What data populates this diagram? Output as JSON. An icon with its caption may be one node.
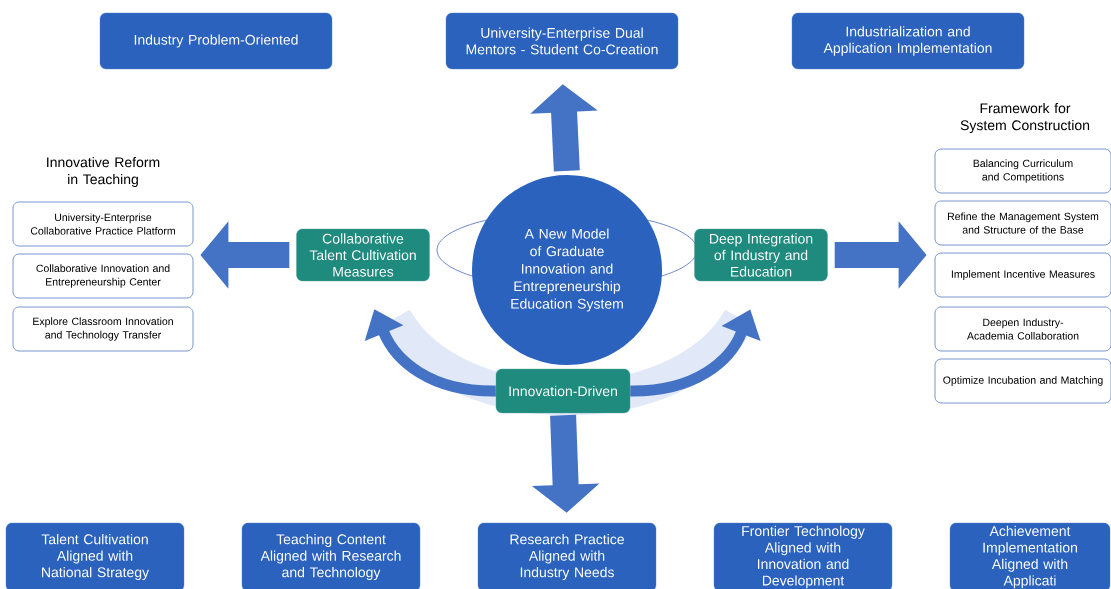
{
  "diagram": {
    "nodes": [
      {
        "text": [
          "Industry Problem-Oriented"
        ]
      },
      {
        "text": [
          "University-Enterprise Dual Mentors - Student Co-Creation"
        ]
      },
      {
        "text": [
          "Industrialization and Application Implementation"
        ]
      },
      {
        "text": [
          "University-Enterprise Collaborative Practice Platform"
        ]
      },
      {
        "text": [
          "Collaborative Innovation and Entrepreneurship Center"
        ]
      },
      {
        "text": [
          "Explore Classroom Innovation and Technology Transfer"
        ]
      },
      {
        "text": [
          "Collaborative Talent Cultivation Measures"
        ]
      },
      {
        "text": [
          "A New Model of Graduate Innovation and Entrepreneurship Education System"
        ]
      },
      {
        "text": [
          "Deep Integration of Industry and Education"
        ]
      },
      {
        "text": [
          "Balancing Curriculum and Competitions"
        ]
      },
      {
        "text": [
          "Refine the Management System and Structure of the Base"
        ]
      },
      {
        "text": [
          "Implement Incentive Measures"
        ]
      },
      {
        "text": [
          "Deepen Industry-Academia Collaboration"
        ]
      },
      {
        "text": [
          "Optimize Incubation and Matching"
        ]
      },
      {
        "text": [
          "Innovation-Driven"
        ]
      },
      {
        "text": [
          "Talent Cultivation Aligned with National Strategy"
        ]
      },
      {
        "text": [
          "Teaching Content Aligned with Research and Technology"
        ]
      },
      {
        "text": [
          "Research Practice Aligned with Industry Needs"
        ]
      },
      {
        "text": [
          "Frontier Technology Aligned with Innovation and Development"
        ]
      },
      {
        "text": [
          "Achievement Implementation Aligned with Applicati"
        ]
      }
    ],
    "edges": [
      {
        "from": 7,
        "to": 1,
        "arrow": "to"
      },
      {
        "from": 6,
        "to": 4,
        "arrow": "to"
      },
      {
        "from": 8,
        "to": 11,
        "arrow": "to"
      },
      {
        "from": 14,
        "to": 17,
        "arrow": "to"
      },
      {
        "from": 14,
        "to": 6,
        "arrow": "to"
      },
      {
        "from": 14,
        "to": 8,
        "arrow": "to"
      }
    ],
    "labels": [
      "Innovative Reform in Teaching",
      "Framework for System Construction"
    ]
  }
}
